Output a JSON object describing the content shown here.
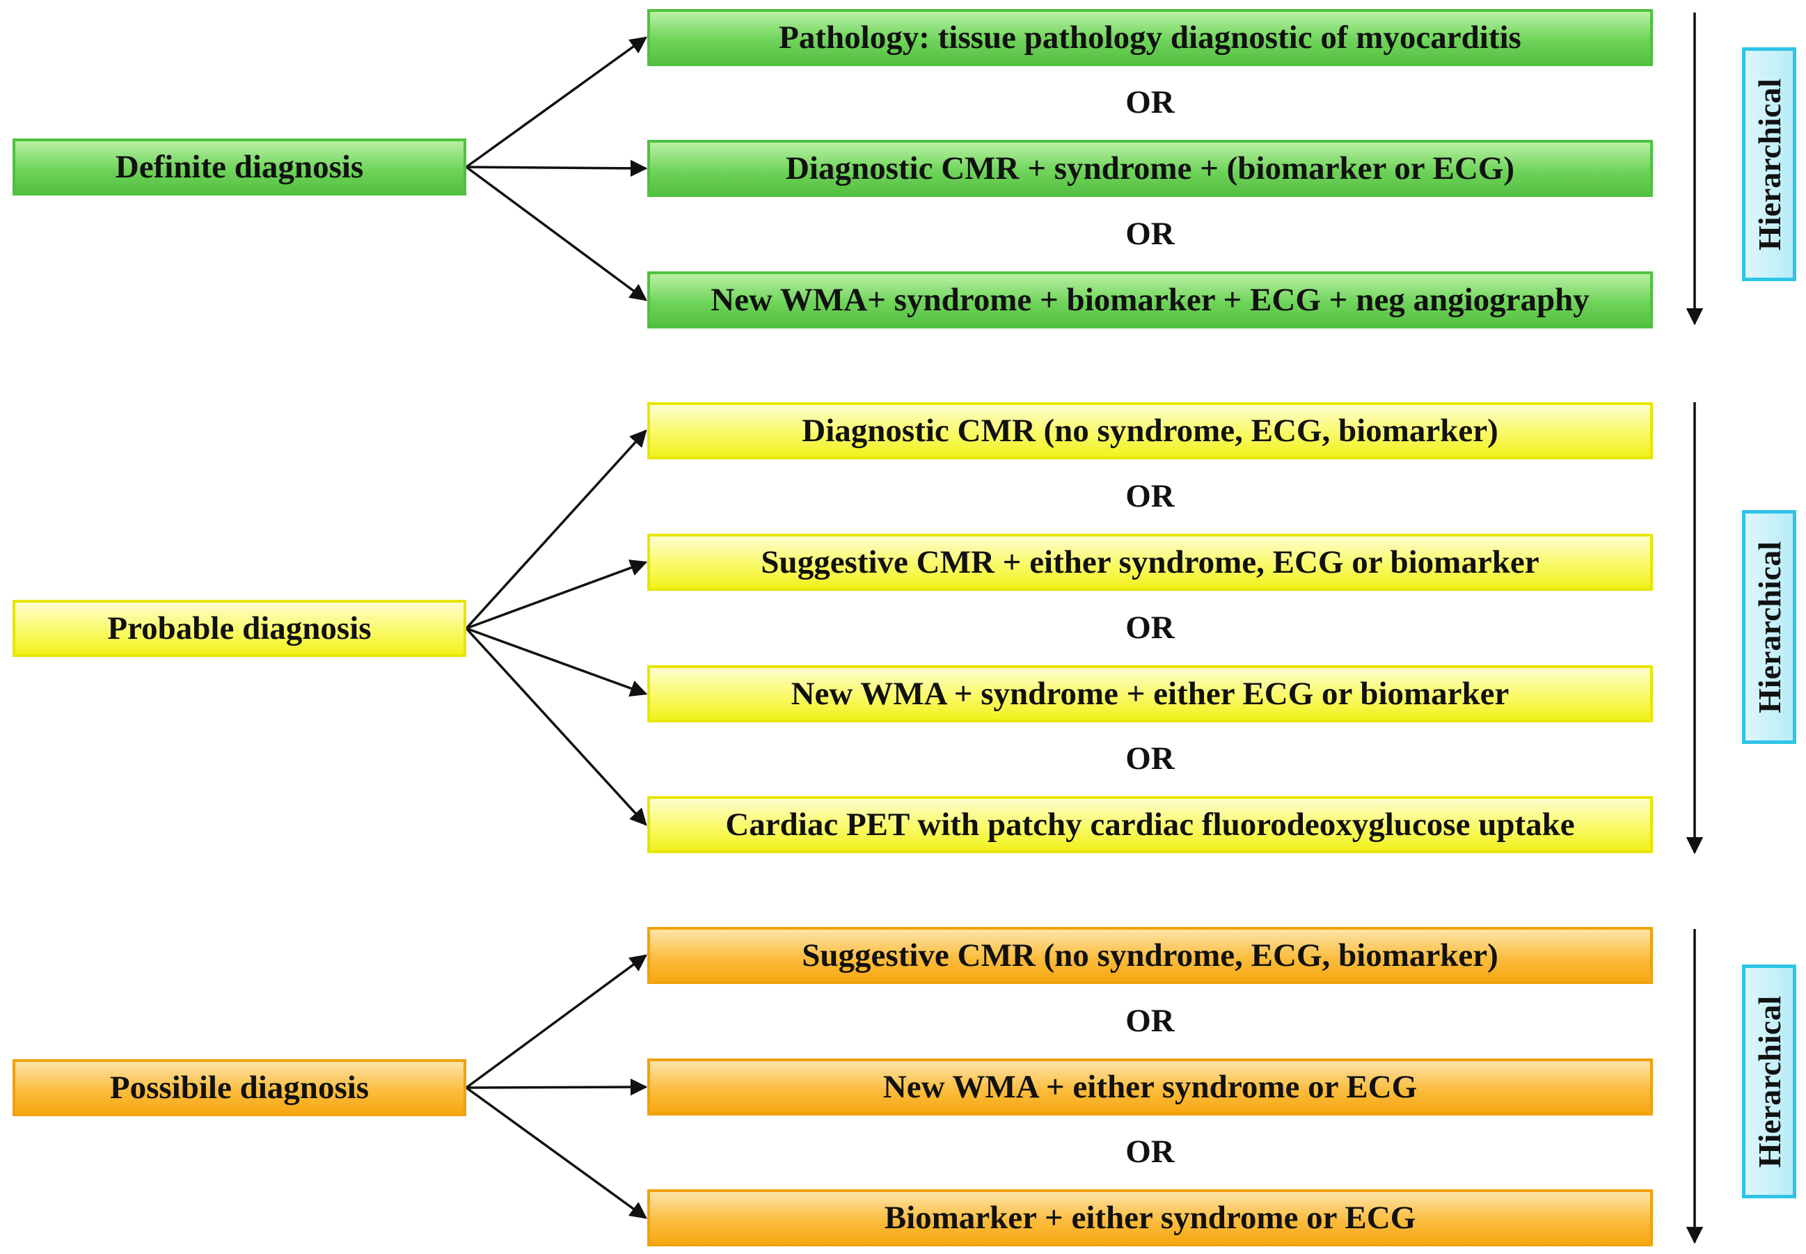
{
  "groups": [
    {
      "label": "Definite diagnosis",
      "color": "green",
      "criteria": [
        "Pathology: tissue pathology diagnostic of myocarditis",
        "Diagnostic CMR + syndrome + (biomarker or ECG)",
        "New WMA+ syndrome + biomarker + ECG + neg angiography"
      ],
      "side_label": "Hierarchical"
    },
    {
      "label": "Probable diagnosis",
      "color": "yellow",
      "criteria": [
        "Diagnostic CMR (no syndrome, ECG, biomarker)",
        "Suggestive CMR + either syndrome, ECG or biomarker",
        "New WMA + syndrome + either ECG or biomarker",
        "Cardiac PET with patchy cardiac fluorodeoxyglucose uptake"
      ],
      "side_label": "Hierarchical"
    },
    {
      "label": "Possibile diagnosis",
      "color": "orange",
      "criteria": [
        "Suggestive CMR (no syndrome, ECG, biomarker)",
        "New WMA + either syndrome or ECG",
        "Biomarker + either syndrome or ECG"
      ],
      "side_label": "Hierarchical"
    }
  ],
  "connector_label": "OR",
  "colors": {
    "green": "#4ec23e",
    "yellow": "#e6e600",
    "orange": "#f0a10d",
    "hierarchical_border": "#2ec4e6"
  }
}
